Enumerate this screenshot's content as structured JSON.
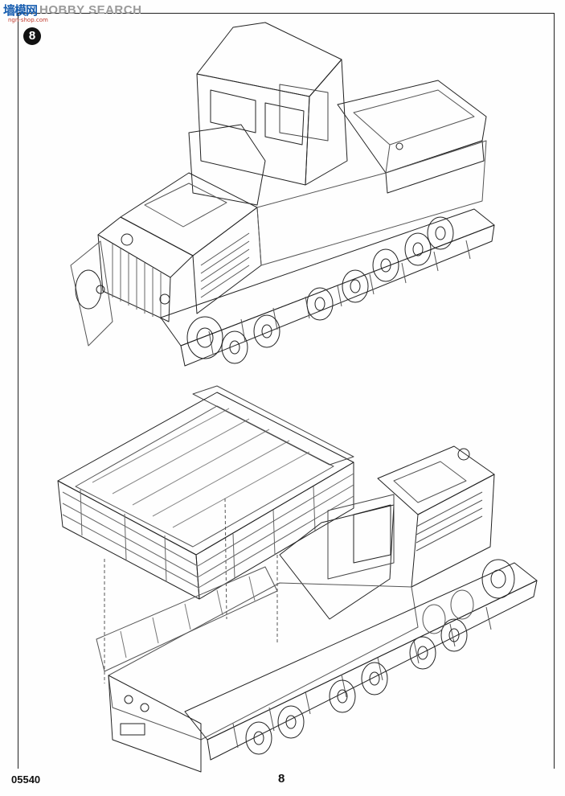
{
  "watermark": {
    "cn": "墙模网",
    "en": "HOBBY SEARCH",
    "sub": "ngn-shop.com"
  },
  "step": {
    "number": "8"
  },
  "footer": {
    "product_code": "05540",
    "page_number": "8"
  },
  "icons": {
    "truck_top": "tracked-tractor-illustration",
    "truck_bottom": "cargo-bed-assembly-illustration"
  }
}
